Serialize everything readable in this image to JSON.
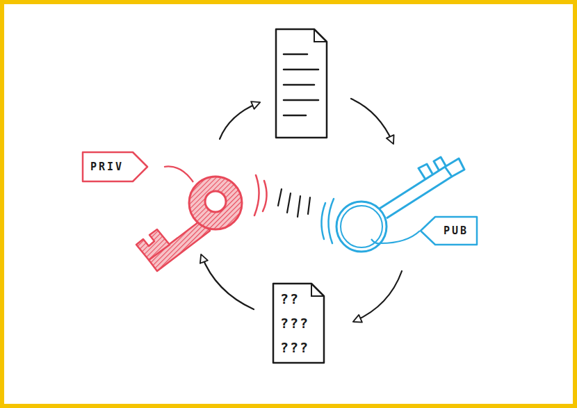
{
  "diagram": {
    "nodes": [
      {
        "text": [
          "PRIV"
        ]
      },
      {
        "text": [
          "PUB"
        ]
      }
    ],
    "labels": [
      "??",
      "???",
      "???"
    ]
  }
}
